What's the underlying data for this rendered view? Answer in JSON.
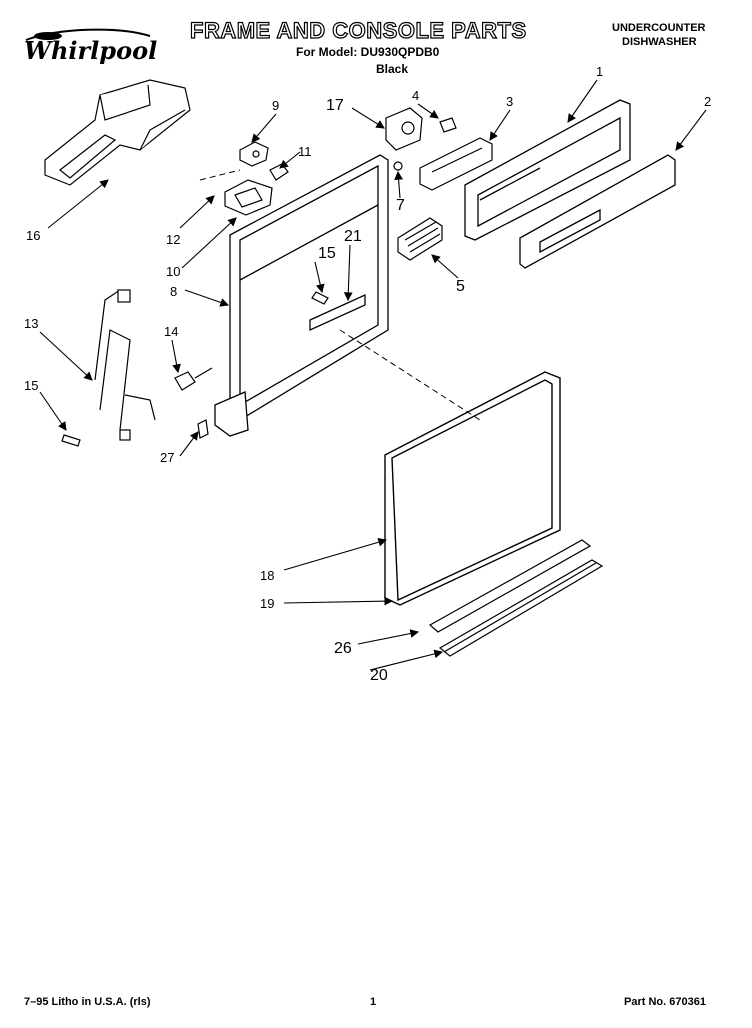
{
  "header": {
    "brand": "Whirlpool",
    "title": "FRAME AND CONSOLE PARTS",
    "model_line": "For Model: DU930QPDB0",
    "color_line": "Black",
    "category_line1": "UNDERCOUNTER",
    "category_line2": "DISHWASHER"
  },
  "footer": {
    "print_info": "7–95 Litho in U.S.A. (rls)",
    "page_number": "1",
    "part_number": "Part No. 670361"
  },
  "callouts": {
    "c1": "1",
    "c2": "2",
    "c3": "3",
    "c4": "4",
    "c5": "5",
    "c7": "7",
    "c8": "8",
    "c9": "9",
    "c10": "10",
    "c11": "11",
    "c12": "12",
    "c13": "13",
    "c14": "14",
    "c15a": "15",
    "c15b": "15",
    "c16": "16",
    "c17": "17",
    "c18": "18",
    "c19": "19",
    "c20": "20",
    "c21": "21",
    "c26": "26",
    "c27": "27"
  }
}
